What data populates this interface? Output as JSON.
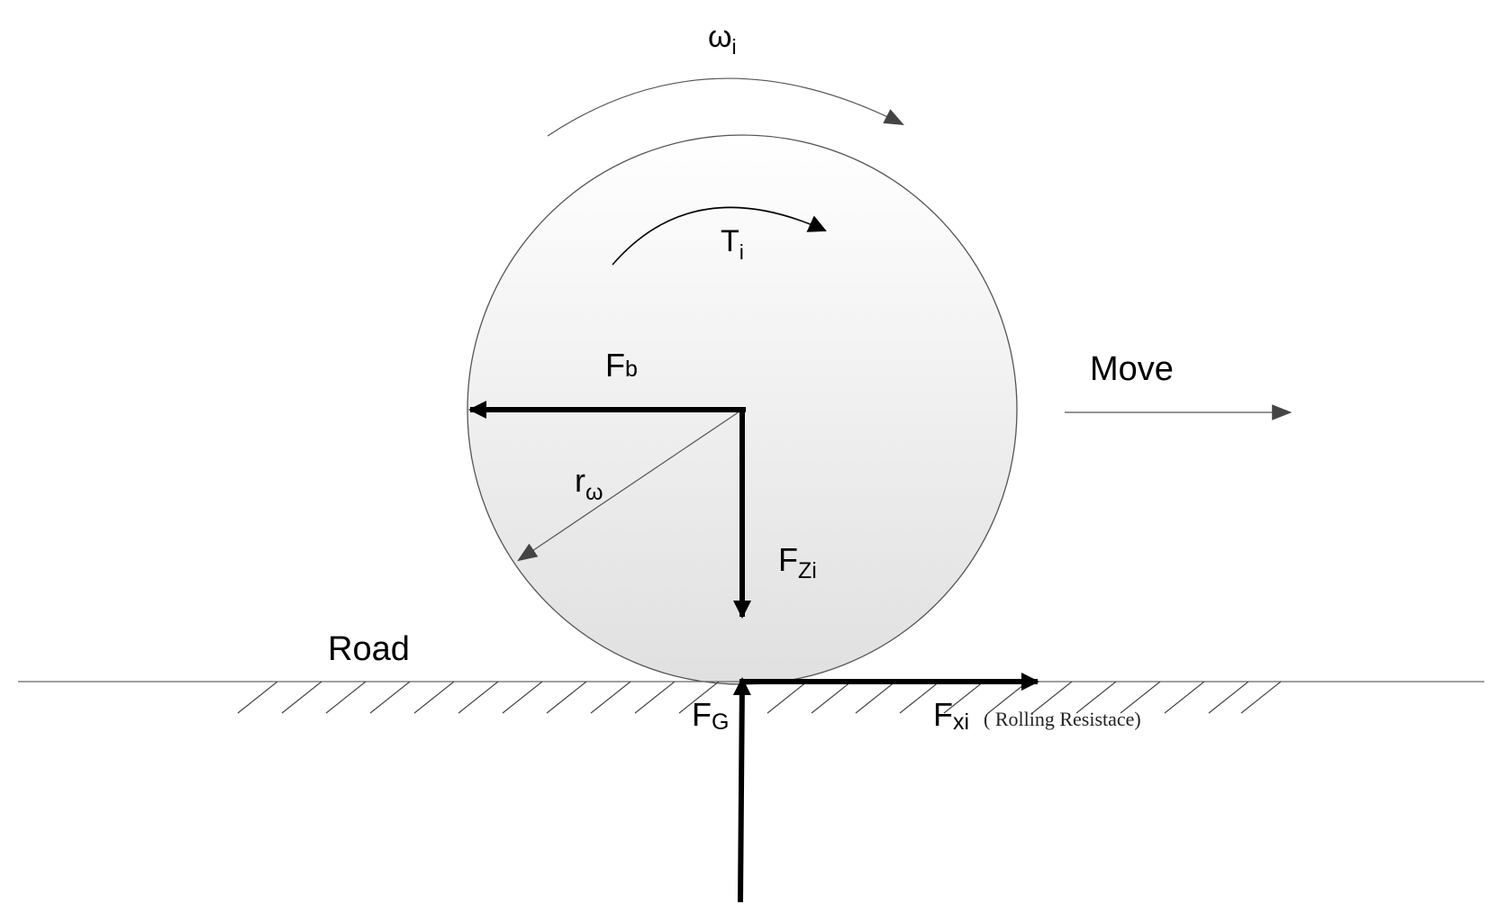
{
  "labels": {
    "omega": {
      "main": "ω",
      "sub": "i"
    },
    "torque": {
      "main": "T",
      "sub": "i"
    },
    "brake_force": {
      "main": "F",
      "sub": "b"
    },
    "radius": {
      "main": "r",
      "sub": "ω"
    },
    "normal_force": {
      "main": "F",
      "sub": "Zi"
    },
    "ground_force": {
      "main": "F",
      "sub": "G"
    },
    "rolling_force": {
      "main": "F",
      "sub": "xi"
    },
    "rolling_note": "( Rolling Resistace)",
    "move": "Move",
    "road": "Road"
  },
  "colors": {
    "stroke": "#555555",
    "force": "#000000",
    "wheel_fill_top": "#ffffff",
    "wheel_fill_bottom": "#e2e2e2"
  }
}
